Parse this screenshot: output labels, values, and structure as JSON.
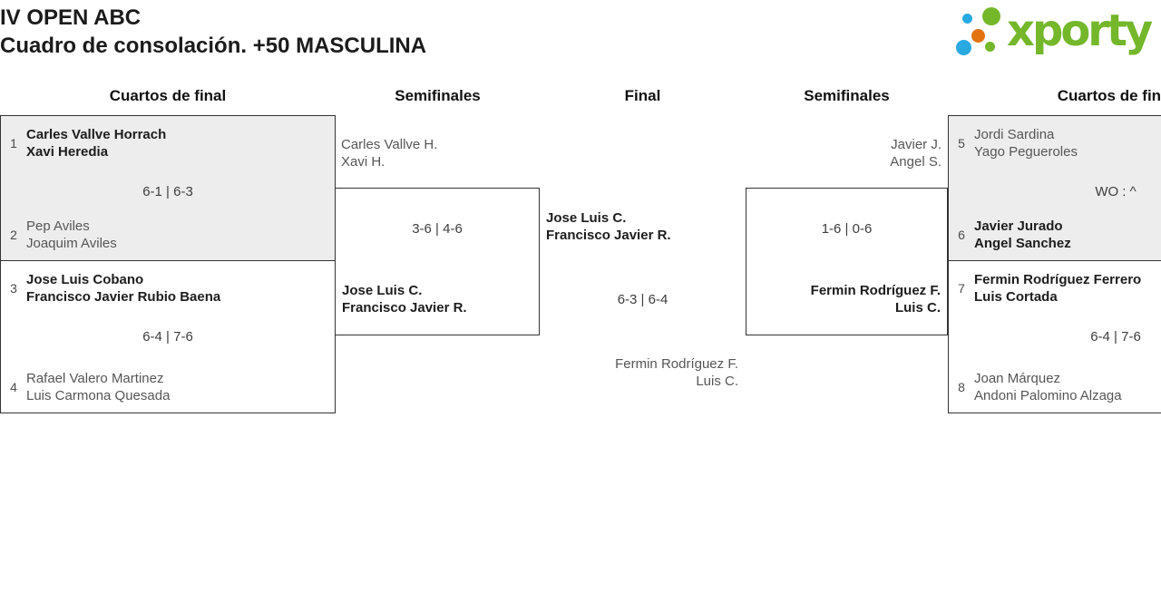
{
  "header": {
    "title_line1": "IV OPEN ABC",
    "title_line2": "Cuadro de consolación. +50 MASCULINA",
    "logo_text": "xporty"
  },
  "round_headers": {
    "qf_left": "Cuartos de final",
    "sf_left": "Semifinales",
    "final": "Final",
    "sf_right": "Semifinales",
    "qf_right": "Cuartos de final"
  },
  "colors": {
    "logo_green": "#74b72b",
    "logo_blue": "#29a9e1",
    "logo_orange": "#e2730f",
    "box_border": "#333333",
    "box_fill_alt": "#ededed",
    "winner_text": "#1d1d1d",
    "loser_text": "#565656",
    "score_text": "#3d3d3d"
  },
  "matches": {
    "qf_left_1": {
      "seed_a": "1",
      "team_a_1": "Carles Vallve Horrach",
      "team_a_2": "Xavi Heredia",
      "score": "6-1 | 6-3",
      "seed_b": "2",
      "team_b_1": "Pep Aviles",
      "team_b_2": "Joaquim Aviles"
    },
    "qf_left_2": {
      "seed_a": "3",
      "team_a_1": "Jose Luis Cobano",
      "team_a_2": "Francisco Javier Rubio Baena",
      "score": "6-4 | 7-6",
      "seed_b": "4",
      "team_b_1": "Rafael Valero Martinez",
      "team_b_2": "Luis Carmona Quesada"
    },
    "sf_left": {
      "feeder_1": "Carles Vallve H.",
      "feeder_2": "Xavi H.",
      "score": "3-6 | 4-6",
      "winner_1": "Jose Luis C.",
      "winner_2": "Francisco Javier R."
    },
    "final": {
      "winner_1": "Jose Luis C.",
      "winner_2": "Francisco Javier R.",
      "score": "6-3 | 6-4",
      "runner_up_1": "Fermin Rodríguez F.",
      "runner_up_2": "Luis C."
    },
    "sf_right": {
      "feeder_1": "Javier J.",
      "feeder_2": "Angel S.",
      "score": "1-6 | 0-6",
      "winner_1": "Fermin Rodríguez F.",
      "winner_2": "Luis C."
    },
    "qf_right_1": {
      "seed_a": "5",
      "team_a_1": "Jordi Sardina",
      "team_a_2": "Yago Pegueroles",
      "score": "WO : ^",
      "seed_b": "6",
      "team_b_1": "Javier Jurado",
      "team_b_2": "Angel Sanchez"
    },
    "qf_right_2": {
      "seed_a": "7",
      "team_a_1": "Fermin Rodríguez Ferrero",
      "team_a_2": "Luis Cortada",
      "score": "6-4 | 7-6",
      "seed_b": "8",
      "team_b_1": "Joan Márquez",
      "team_b_2": "Andoni Palomino Alzaga"
    }
  }
}
